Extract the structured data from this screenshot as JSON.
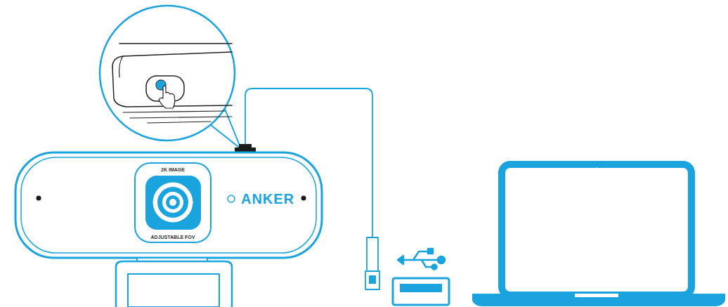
{
  "diagram": {
    "labels": [
      "2K IMAGE",
      "ADJUSTABLE FOV",
      "ANKER"
    ]
  }
}
